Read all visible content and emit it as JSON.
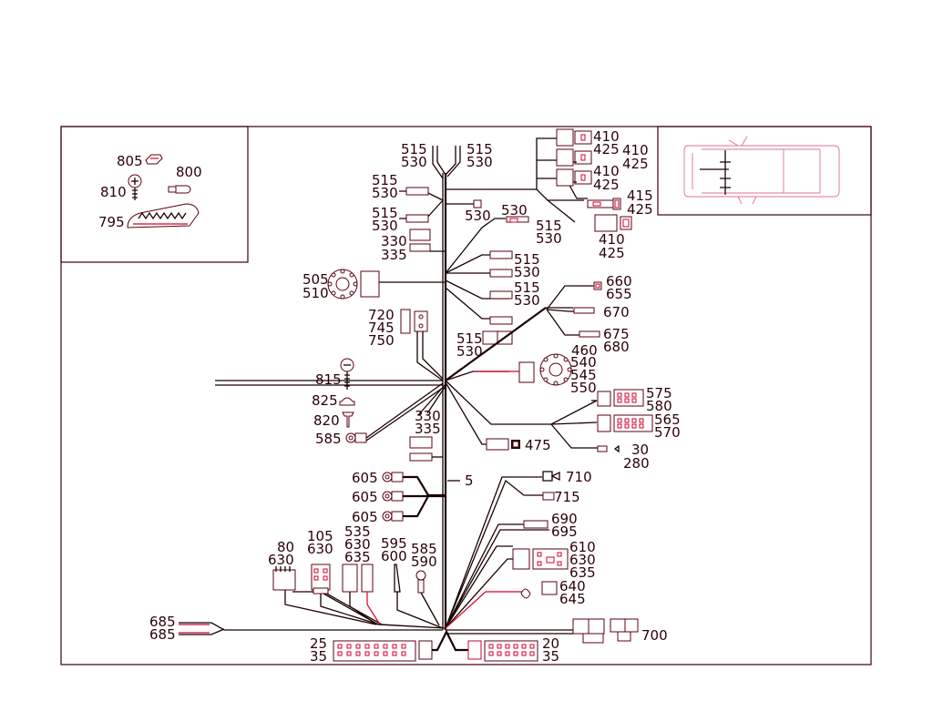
{
  "colors": {
    "wire": "#1a0000",
    "accent": "#d4002a",
    "frame": "#3a0010"
  },
  "labels": {
    "l805": "805",
    "l800": "800",
    "l810": "810",
    "l795": "795",
    "l515a": "515",
    "l530a": "530",
    "l515b": "515",
    "l530b": "530",
    "l515c": "515",
    "l530c": "530",
    "l530d": "530",
    "l515d": "515",
    "l530e": "530",
    "l530f": "530",
    "l515e": "515",
    "l530g": "530",
    "l330a": "330",
    "l335a": "335",
    "l515f": "515",
    "l530h": "530",
    "l515g": "515",
    "l530i": "530",
    "l505": "505",
    "l510": "510",
    "l720": "720",
    "l745": "745",
    "l750": "750",
    "l515h": "515",
    "l530j": "530",
    "l410a": "410",
    "l425a": "425",
    "l410b": "410",
    "l425b": "425",
    "l410c": "410",
    "l425c": "425",
    "l415": "415",
    "l425d": "425",
    "l410d": "410",
    "l425e": "425",
    "l660": "660",
    "l655": "655",
    "l670": "670",
    "l675": "675",
    "l460": "460",
    "l680": "680",
    "l540": "540",
    "l545": "545",
    "l550": "550",
    "l815": "815",
    "l825": "825",
    "l820": "820",
    "l585a": "585",
    "l330b": "330",
    "l335b": "335",
    "l475": "475",
    "l575": "575",
    "l580": "580",
    "l565": "565",
    "l570": "570",
    "l30": "30",
    "l280": "280",
    "l605a": "605",
    "l605b": "605",
    "l605c": "605",
    "l5": "5",
    "l710": "710",
    "l715": "715",
    "l690": "690",
    "l695": "695",
    "l610": "610",
    "l630a": "630",
    "l635a": "635",
    "l640": "640",
    "l645": "645",
    "l80": "80",
    "l630b": "630",
    "l105": "105",
    "l630c": "630",
    "l535": "535",
    "l630d": "630",
    "l635b": "635",
    "l595": "595",
    "l600": "600",
    "l585b": "585",
    "l590": "590",
    "l685a": "685",
    "l685b": "685",
    "l700": "700",
    "l25": "25",
    "l35a": "35",
    "l20": "20",
    "l35b": "35"
  }
}
